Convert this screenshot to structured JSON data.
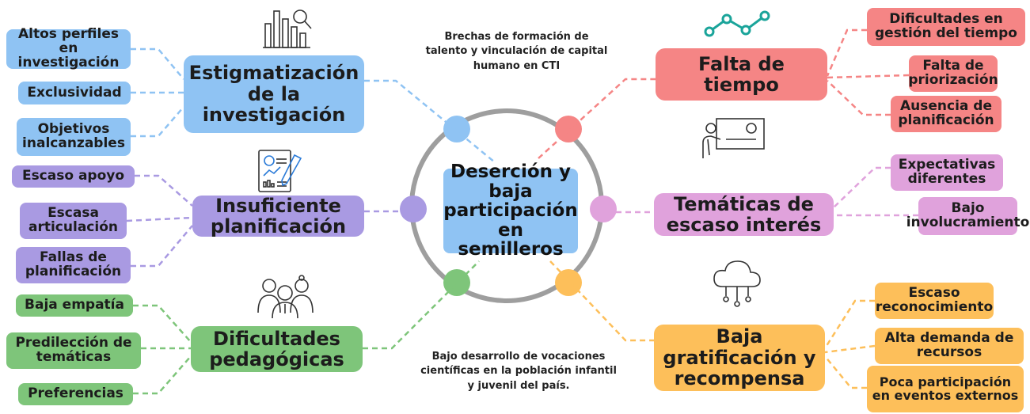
{
  "center": {
    "title": "Deserción y baja participación en semilleros"
  },
  "notes": {
    "top": "Brechas de formación de talento y vinculación de capital humano en CTI",
    "bottom": "Bajo desarrollo de vocaciones científicas en la población infantil y juvenil del país."
  },
  "branches": {
    "estigmatizacion": {
      "title": "Estigmatización de la investigación",
      "color": "#8fc3f3",
      "icon": "bar-chart-magnifier-icon",
      "items": [
        "Altos perfiles en investigación",
        "Exclusividad",
        "Objetivos inalcanzables"
      ]
    },
    "planificacion": {
      "title": "Insuficiente planificación",
      "color": "#a99ae2",
      "icon": "document-chart-icon",
      "items": [
        "Escaso apoyo",
        "Escasa articulación",
        "Fallas de planificación"
      ]
    },
    "pedagogicas": {
      "title": "Dificultades pedagógicas",
      "color": "#7ec57a",
      "icon": "people-group-icon",
      "items": [
        "Baja empatía",
        "Predilección de temáticas",
        "Preferencias"
      ]
    },
    "tiempo": {
      "title": "Falta de tiempo",
      "color": "#f58585",
      "icon": "line-chart-icon",
      "items": [
        "Dificultades en gestión del tiempo",
        "Falta de priorización",
        "Ausencia de planificación"
      ]
    },
    "tematicas": {
      "title": "Temáticas de escaso interés",
      "color": "#e0a2dc",
      "icon": "presentation-board-icon",
      "items": [
        "Expectativas diferentes",
        "Bajo involucramiento"
      ]
    },
    "gratificacion": {
      "title": "Baja gratificación y recompensa",
      "color": "#fdbf5a",
      "icon": "cloud-network-icon",
      "items": [
        "Escaso reconocimiento",
        "Alta demanda de recursos",
        "Poca participación en eventos externos"
      ]
    }
  }
}
